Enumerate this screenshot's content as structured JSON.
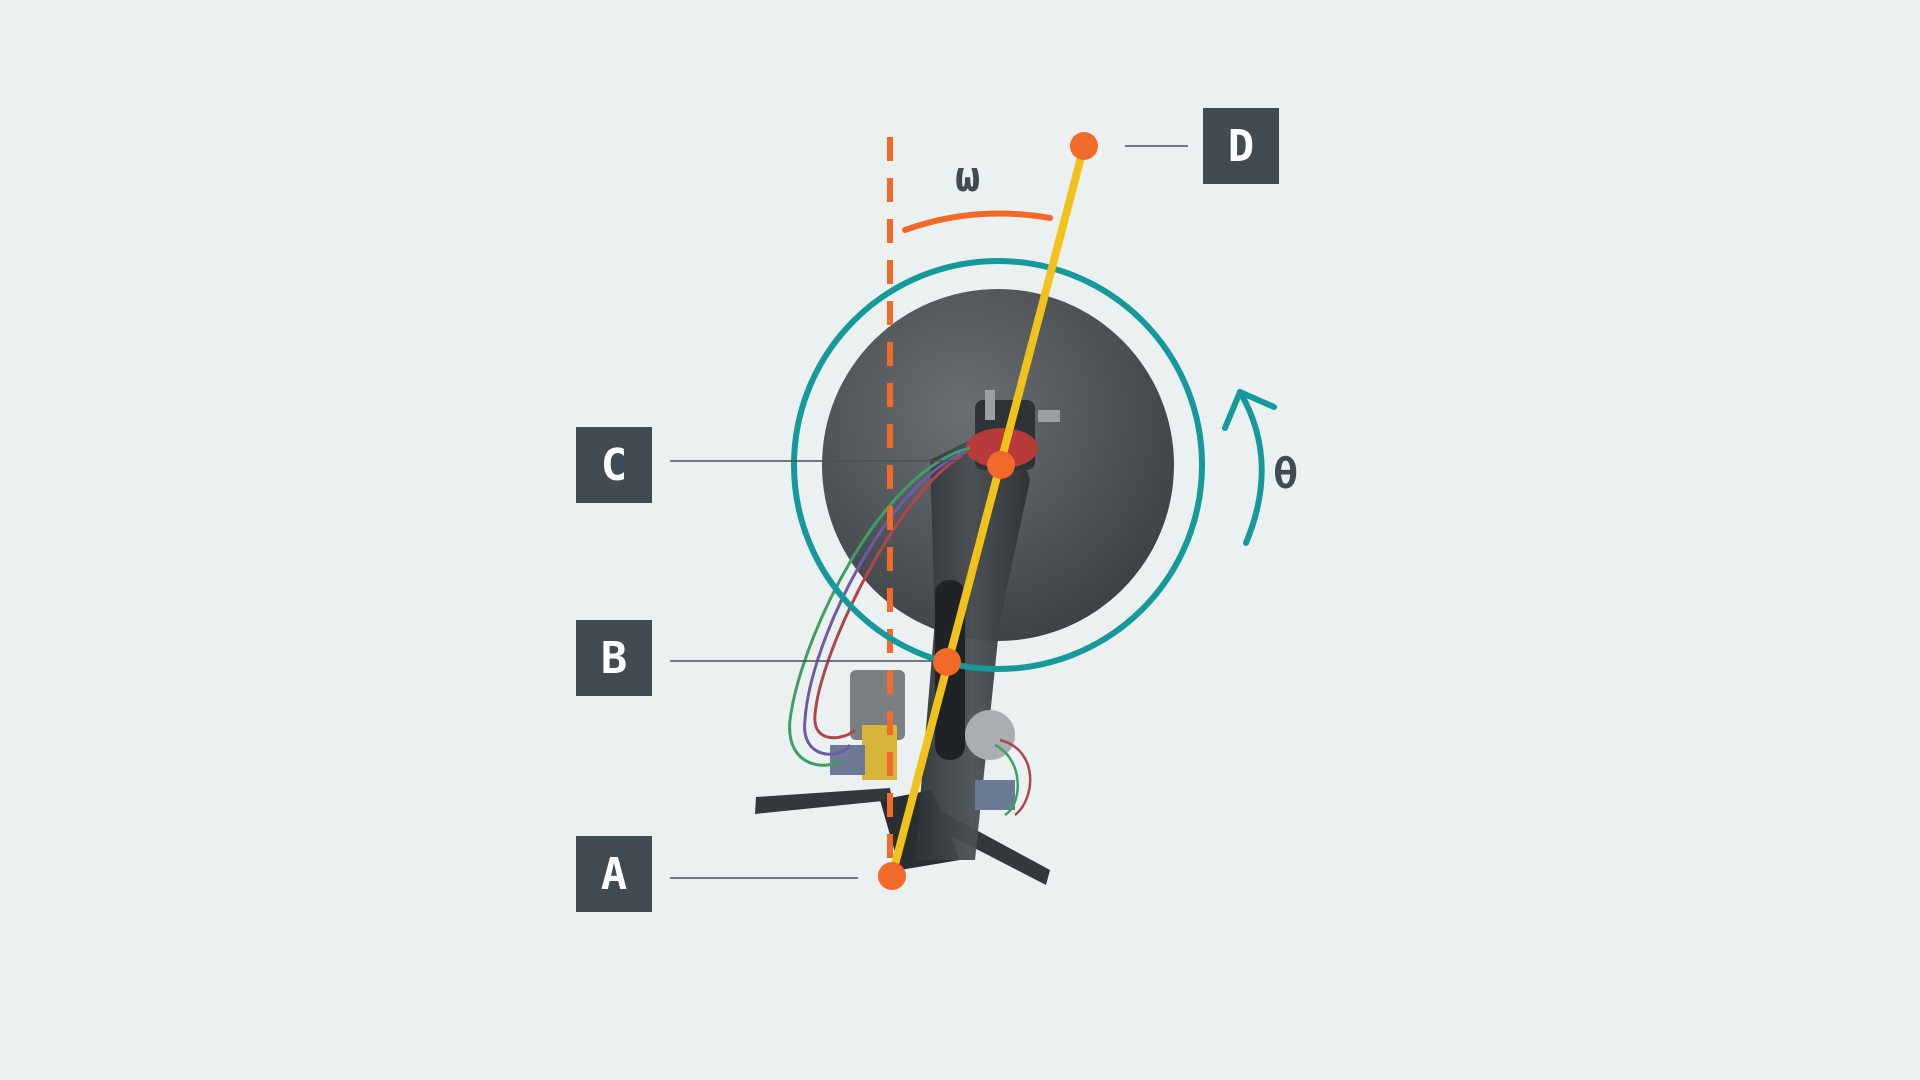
{
  "labels": {
    "a": "A",
    "b": "B",
    "c": "C",
    "d": "D"
  },
  "symbols": {
    "omega": "ω",
    "theta": "θ"
  },
  "colors": {
    "background": "#EBF1F1",
    "label_box": "#404B52",
    "pendulum_line": "#F2C21C",
    "points_and_reference": "#F26A2A",
    "rotation_arrow": "#16999A",
    "disk": "#4A4F52"
  }
}
